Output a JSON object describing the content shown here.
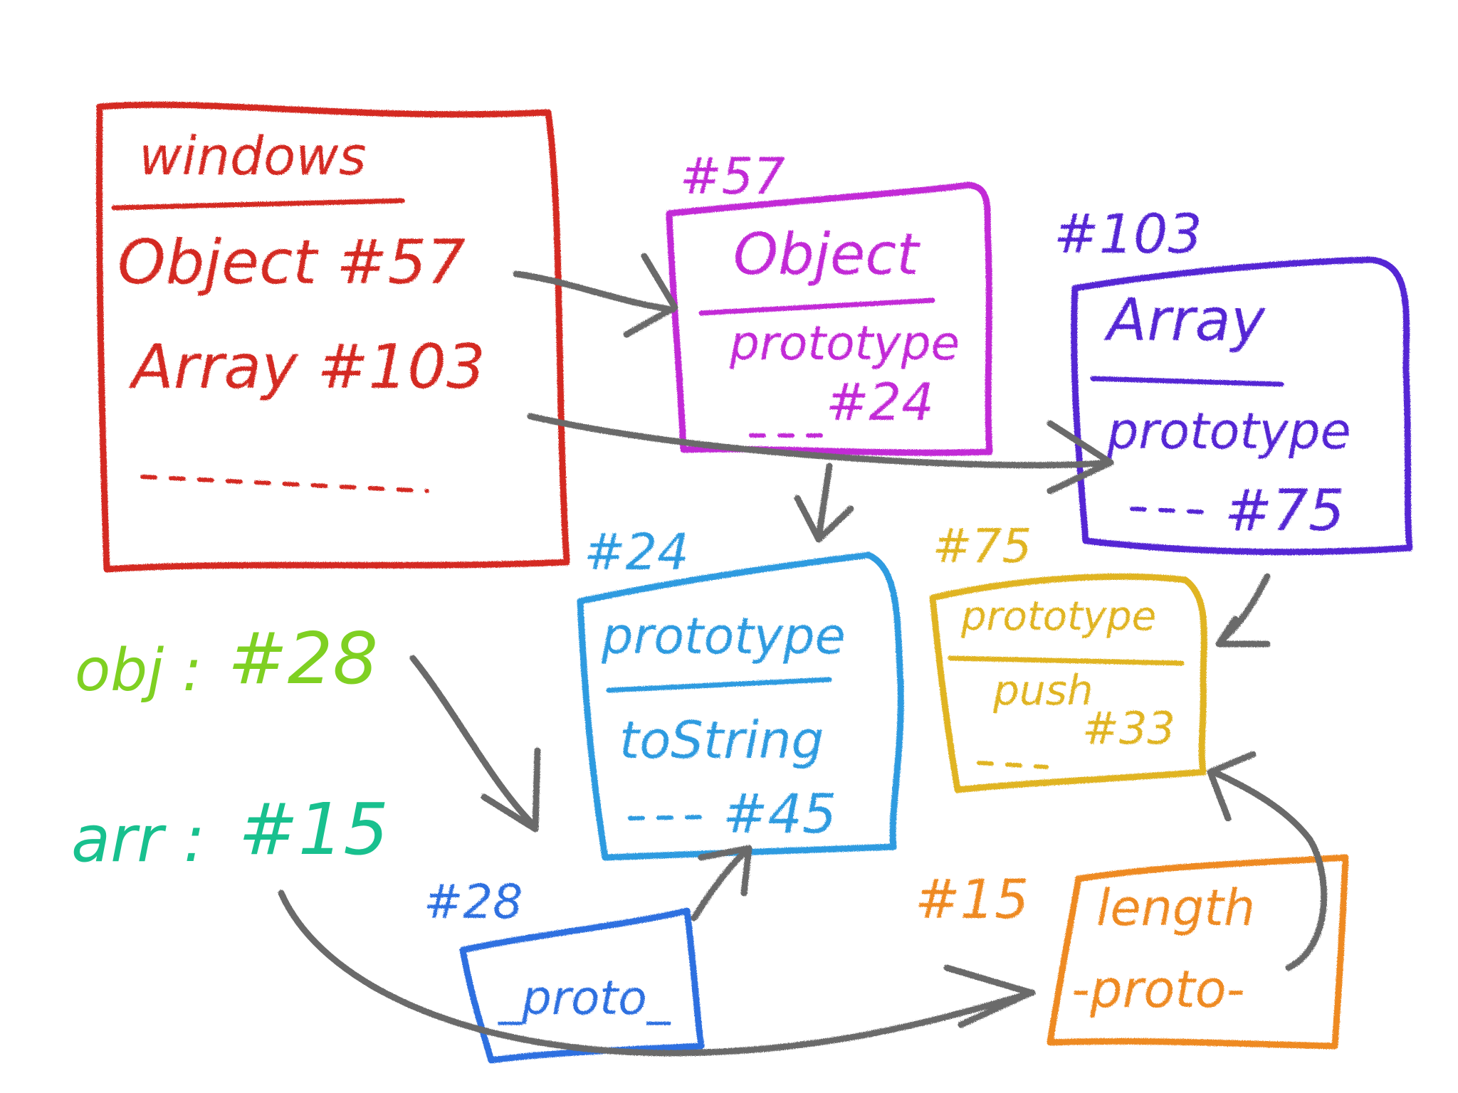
{
  "colors": {
    "windows": "#d42a22",
    "object": "#c22ad6",
    "array": "#5526d4",
    "proto24": "#2e9be0",
    "proto75": "#e0b422",
    "obj": "#7fd022",
    "arr": "#18c08e",
    "box28": "#2f6fe0",
    "box15": "#ee8a22",
    "arrow": "#6b6b6b"
  },
  "windows": {
    "title": "windows",
    "line1": "Object #57",
    "line2": "Array #103"
  },
  "object_box": {
    "id": "#57",
    "title": "Object",
    "prop": "prototype",
    "value": "#24"
  },
  "array_box": {
    "id": "#103",
    "title": "Array",
    "prop": "prototype",
    "value": "#75"
  },
  "proto24_box": {
    "id": "#24",
    "title": "prototype",
    "prop": "toString",
    "value": "#45"
  },
  "proto75_box": {
    "id": "#75",
    "title": "prototype",
    "prop": "push",
    "value": "#33"
  },
  "variables": {
    "obj_label": "obj :",
    "obj_value": "#28",
    "arr_label": "arr :",
    "arr_value": "#15"
  },
  "box28": {
    "id": "#28",
    "prop": "_proto_"
  },
  "box15": {
    "id": "#15",
    "prop1": "length",
    "prop2": "-proto-"
  }
}
